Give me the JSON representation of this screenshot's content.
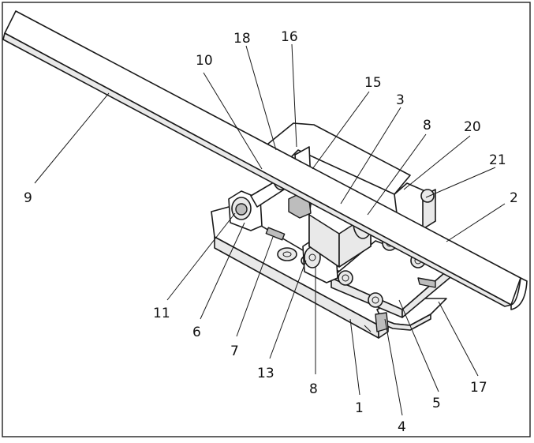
{
  "labels": {
    "l1": "1",
    "l2": "2",
    "l3": "3",
    "l4": "4",
    "l5": "5",
    "l6": "6",
    "l7": "7",
    "l8a": "8",
    "l8b": "8",
    "l9": "9",
    "l10": "10",
    "l11": "11",
    "l13": "13",
    "l15": "15",
    "l16": "16",
    "l17": "17",
    "l18": "18",
    "l20": "20",
    "l21": "21"
  }
}
